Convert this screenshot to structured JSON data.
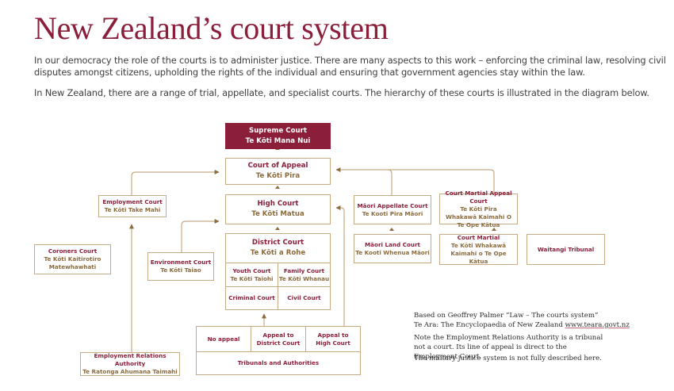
{
  "title": "New Zealand’s court system",
  "intro": [
    "In our democracy the role of the courts is to administer justice. There are many aspects to this work – enforcing the criminal law, resolving civil disputes amongst citizens, upholding the rights of the individual and ensuring that government agencies stay within the law.",
    "In New Zealand, there are a range of trial, appellate, and specialist courts. The hierarchy of these courts is illustrated in the diagram below."
  ],
  "colors": {
    "brand": "#8b1f3a",
    "accent_gold": "#8a6b3e",
    "border": "#c7ab86",
    "arrow": "#8a6b3e"
  },
  "diagram": {
    "supreme_court": {
      "en": "Supreme Court",
      "mi": "Te Kōti Mana Nui"
    },
    "court_of_appeal": {
      "en": "Court of Appeal",
      "mi": "Te Kōti Pira"
    },
    "high_court": {
      "en": "High Court",
      "mi": "Te Kōti Matua"
    },
    "district_court": {
      "en": "District Court",
      "mi": "Te Kōti a Rohe"
    },
    "youth_court": {
      "en": "Youth Court",
      "mi": "Te Kōti Taiohi"
    },
    "family_court": {
      "en": "Family Court",
      "mi": "Te Kōti Whanau"
    },
    "criminal_court": {
      "en": "Criminal Court"
    },
    "civil_court": {
      "en": "Civil Court"
    },
    "employment_court": {
      "en": "Employment Court",
      "mi": "Te Kōti Take Mahi"
    },
    "coroners_court": {
      "en": "Coroners Court",
      "mi": "Te Kōti Kaitirotiro Matewhawhati"
    },
    "environment_court": {
      "en": "Environment Court",
      "mi": "Te Kōti Taiao"
    },
    "employment_relations_authority": {
      "en": "Employment Relations Authority",
      "mi": "Te Ratonga Ahumana Taimahi"
    },
    "maori_appellate_court": {
      "en": "Māori Appellate Court",
      "mi": "Te Kooti Pira Māori"
    },
    "maori_land_court": {
      "en": "Māori Land Court",
      "mi": "Te Kooti Whenua Māori"
    },
    "court_martial_appeal_court": {
      "en": "Court Martial Appeal Court",
      "mi": "Te Kōti Pira Whakawā Kaimahi O Te Ope Kātua"
    },
    "court_martial": {
      "en": "Court Martial",
      "mi": "Te Kōti Whakawā Kaimahi o Te Ope Kātua"
    },
    "waitangi_tribunal": {
      "en": "Waitangi Tribunal"
    },
    "tribunals": {
      "no_appeal": "No appeal",
      "appeal_district": "Appeal to District Court",
      "appeal_high": "Appeal to High Court",
      "label": "Tribunals and Authorities"
    }
  },
  "notes": {
    "source_line1": "Based on Geoffrey Palmer “Law – The courts system”",
    "source_line2_prefix": "Te Ara: The Encyclopaedia of New Zealand ",
    "source_link": "www.teara.govt.nz",
    "era_note": "Note the Employment Relations Authority is a tribunal not a court. Its line of appeal is direct to the Employment Court.",
    "military_note": "The military justice system is not fully described here."
  }
}
